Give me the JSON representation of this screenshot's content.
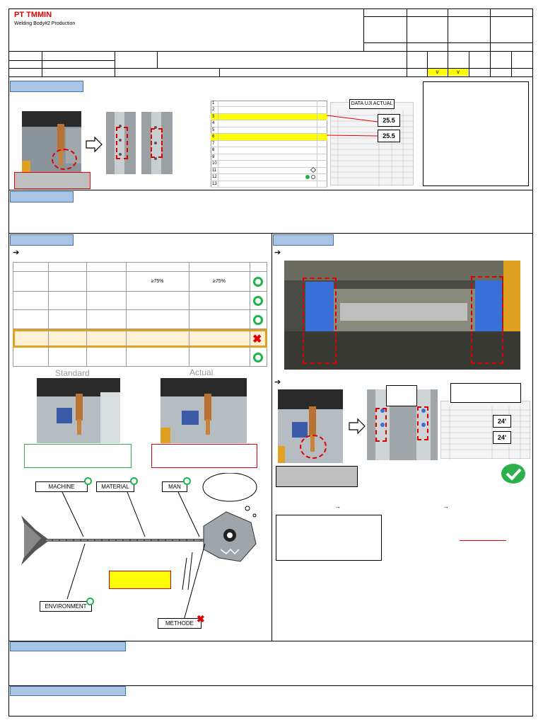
{
  "header": {
    "company": "PT TMMIN",
    "subtitle": "Welding Body#2 Production",
    "checks": [
      "v",
      "v"
    ]
  },
  "problem_section": {
    "tab_label": "",
    "list_numbers": [
      "1",
      "2",
      "3",
      "4",
      "5",
      "6",
      "7",
      "8",
      "9",
      "10",
      "11",
      "12",
      "13"
    ],
    "data_label": "DATA UJI ACTUAL",
    "values": [
      "25.5",
      "25.5"
    ]
  },
  "analysis_section": {
    "arrow": "➔",
    "table_rows": [
      {
        "c4": "≥75%",
        "c5": "≥75%",
        "status": "ok"
      },
      {
        "c4": "",
        "c5": "",
        "status": "ok"
      },
      {
        "c4": "",
        "c5": "",
        "status": "ok"
      },
      {
        "c4": "",
        "c5": "",
        "status": "ng"
      },
      {
        "c4": "",
        "c5": "",
        "status": "ok"
      }
    ],
    "standard_label": "Standard",
    "actual_label": "Actual",
    "fishbone": {
      "machine": "MACHINE",
      "material": "MATERIAL",
      "man": "MAN",
      "environment": "ENVIRONMENT",
      "methode": "METHODE"
    }
  },
  "countermeasure_section": {
    "arrow": "➔",
    "values": [
      "24'",
      "24'"
    ],
    "small_arrows": [
      "→",
      "→"
    ]
  },
  "colors": {
    "accent_red": "#e00000",
    "ok_green": "#1fb34a",
    "tab_blue": "#a9c5e6",
    "highlight_yellow": "#ffff00",
    "ng_row": "#fdf0d5"
  }
}
